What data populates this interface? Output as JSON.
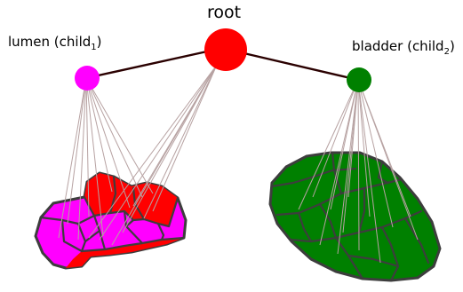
{
  "root": {
    "label": "root",
    "color": "#ff0000"
  },
  "children": [
    {
      "name_text": "lumen (child",
      "subscript": "1",
      "close": ")",
      "color": "#ff00ff"
    },
    {
      "name_text": "bladder (child",
      "subscript": "2",
      "close": ")",
      "color": "#008000"
    }
  ],
  "regions": {
    "lumen": {
      "colors": [
        "#ff00ff",
        "#ff0000"
      ]
    },
    "bladder": {
      "color": "#008000"
    }
  },
  "edge_color": "#2a0000",
  "fan_color": "#b7a2a2",
  "outline_color": "#3d3d3d"
}
